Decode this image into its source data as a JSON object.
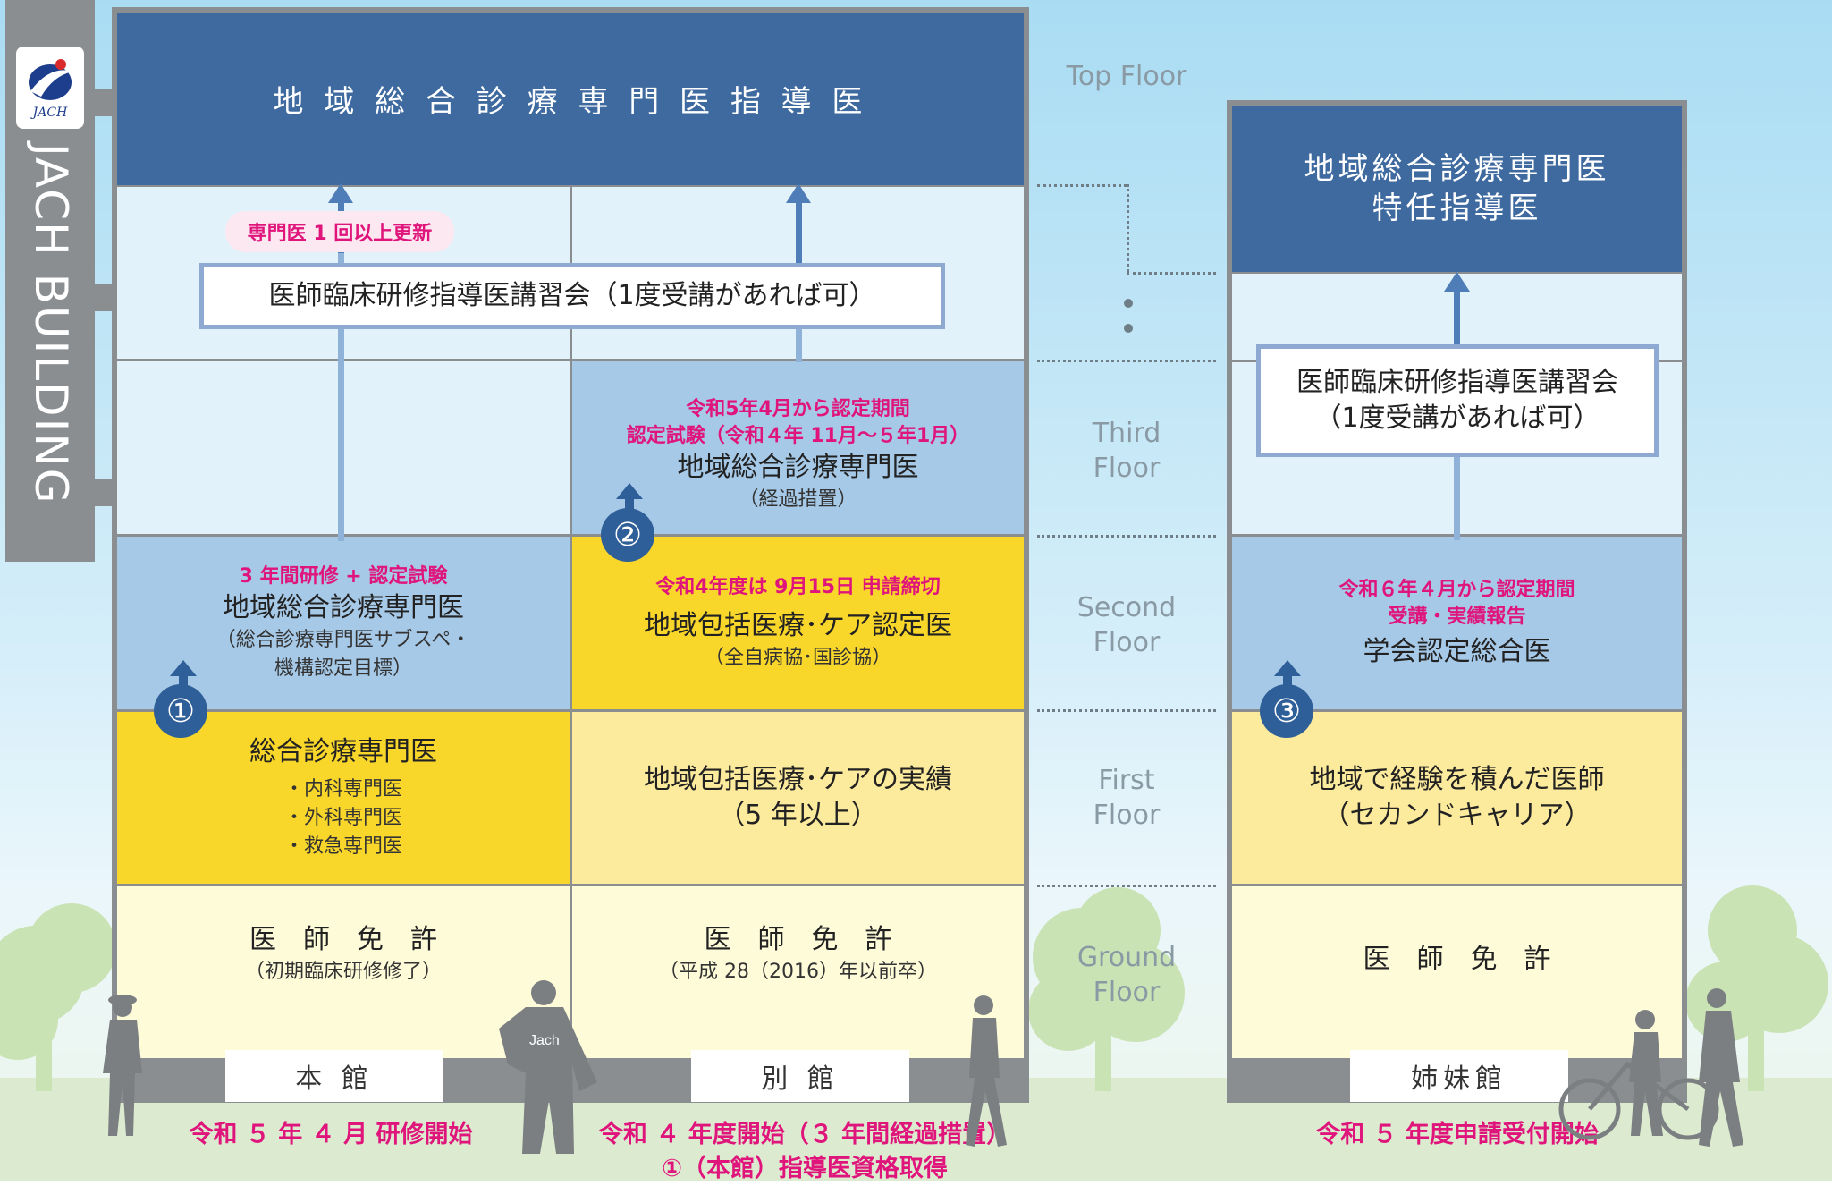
{
  "logo": {
    "text": "JACH"
  },
  "side_title": "JACH BUILDING",
  "floors": {
    "top": "Top Floor",
    "third": "Third Floor",
    "second": "Second Floor",
    "first": "First Floor",
    "ground": "Ground Floor"
  },
  "main": {
    "top_title": "地 域 総 合 診 療 専 門 医 指 導 医",
    "renew_badge": "専門医 1 回以上更新",
    "seminar": "医師臨床研修指導医講習会（1度受講があれば可）",
    "left_second": {
      "note": "3 年間研修 + 認定試験",
      "title": "地域総合診療専門医",
      "sub1": "（総合診療専門医サブスペ・",
      "sub2": "機構認定目標）"
    },
    "left_first": {
      "title": "総合診療専門医",
      "items": [
        "・内科専門医",
        "・外科専門医",
        "・救急専門医"
      ]
    },
    "left_ground": {
      "title": "医　師　免　許",
      "sub": "（初期臨床研修修了）"
    },
    "right_third": {
      "note1": "令和5年4月から認定期間",
      "note2": "認定試験（令和４年 11月～５年1月）",
      "title": "地域総合診療専門医",
      "sub": "（経過措置）"
    },
    "right_second": {
      "note": "令和4年度は 9月15日 申請締切",
      "title": "地域包括医療･ケア認定医",
      "sub": "（全自病協･国診協）"
    },
    "right_first": {
      "line1": "地域包括医療･ケアの実績",
      "line2": "（5 年以上）"
    },
    "right_ground": {
      "title": "医　師　免　許",
      "sub": "（平成 28（2016）年以前卒）"
    },
    "sign_left": "本 館",
    "sign_right": "別 館",
    "caption_left": "令和 ５ 年 ４ 月 研修開始",
    "caption_right_1": "令和 ４ 年度開始（３ 年間経過措置）",
    "caption_right_2": "①（本館）指導医資格取得"
  },
  "sister": {
    "top_title_1": "地域総合診療専門医",
    "top_title_2": "特任指導医",
    "seminar_1": "医師臨床研修指導医講習会",
    "seminar_2": "（1度受講があれば可）",
    "second": {
      "note1": "令和６年４月から認定期間",
      "note2": "受講・実績報告",
      "title": "学会認定総合医"
    },
    "first": {
      "line1": "地域で経験を積んだ医師",
      "line2": "（セカンドキャリア）"
    },
    "ground": {
      "title": "医　師　免　許"
    },
    "sign": "姉妹館",
    "caption": "令和 ５ 年度申請受付開始"
  },
  "badges": [
    "①",
    "②",
    "③"
  ],
  "people_label": "Jach"
}
